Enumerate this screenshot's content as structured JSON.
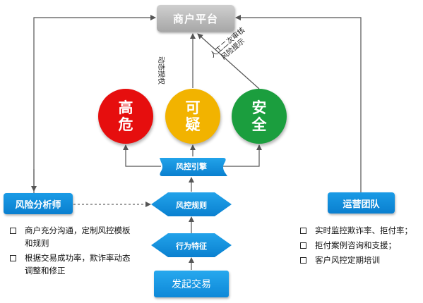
{
  "platform": {
    "label": "商户平台"
  },
  "risk_levels": [
    {
      "label": "高危",
      "color": "#e60e0e"
    },
    {
      "label": "可疑",
      "color": "#f2b300"
    },
    {
      "label": "安全",
      "color": "#1b9e3e"
    }
  ],
  "annotations": {
    "dynamic_auth": "动态授权",
    "manual_review_line1": "人工二次审核",
    "manual_review_line2": "风险提示"
  },
  "engine": {
    "label": "风控引擎"
  },
  "rules": {
    "label": "风控规则"
  },
  "behavior": {
    "label": "行为特征"
  },
  "initiate": {
    "label": "发起交易"
  },
  "analyst": {
    "label": "风险分析师",
    "bullets": [
      "商户充分沟通，定制风控模板和规则",
      "根据交易成功率，欺诈率动态调整和修正"
    ]
  },
  "ops": {
    "label": "运营团队",
    "bullets": [
      "实时监控欺诈率、拒付率；",
      "拒付案例咨询和支援；",
      "客户风控定期培训"
    ]
  },
  "colors": {
    "accent_blue": "#0a8ad8",
    "line": "#555555"
  }
}
